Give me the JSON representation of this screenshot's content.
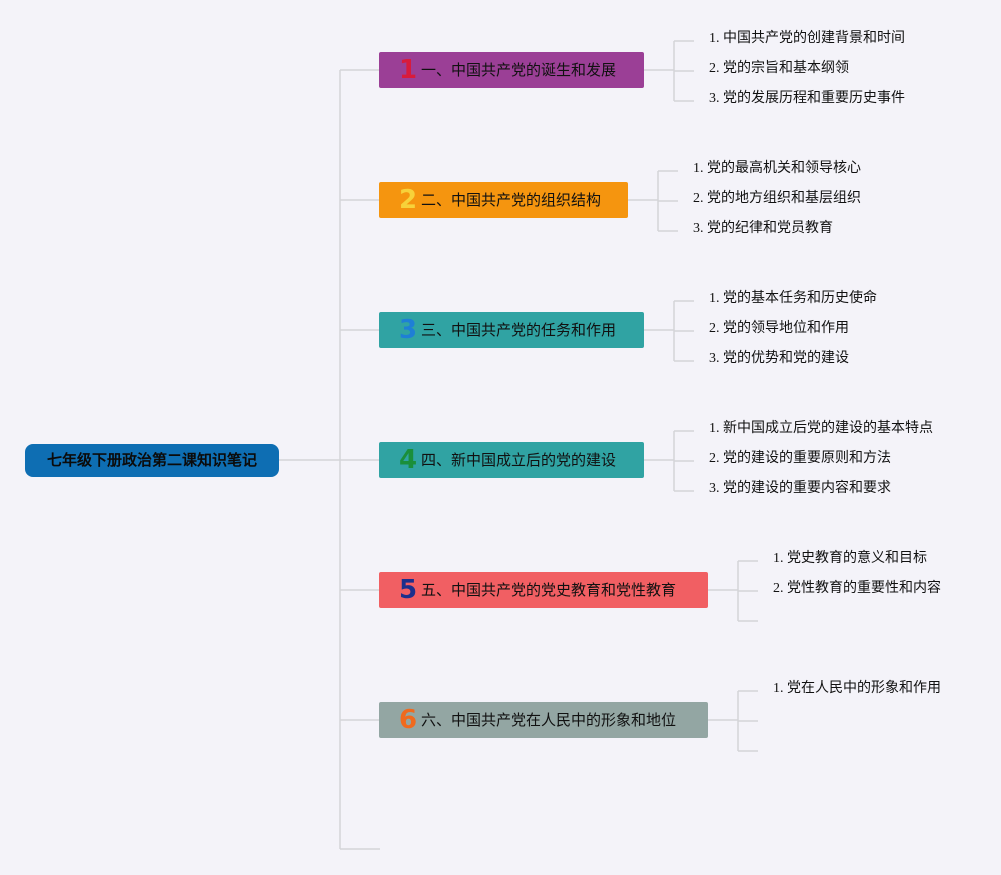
{
  "mindmap": {
    "root": {
      "label": "七年级下册政治第二课知识笔记"
    },
    "branches": [
      {
        "number": "1",
        "label": "一、中国共产党的诞生和发展",
        "color": "#9b3f96",
        "number_color": "#d81b3c",
        "children": [
          "1. 中国共产党的创建背景和时间",
          "2. 党的宗旨和基本纲领",
          "3. 党的发展历程和重要历史事件"
        ]
      },
      {
        "number": "2",
        "label": "二、中国共产党的组织结构",
        "color": "#f5950f",
        "number_color": "#f7d23a",
        "children": [
          "1. 党的最高机关和领导核心",
          "2. 党的地方组织和基层组织",
          "3. 党的纪律和党员教育"
        ]
      },
      {
        "number": "3",
        "label": "三、中国共产党的任务和作用",
        "color": "#30a3a3",
        "number_color": "#1e7fd6",
        "children": [
          "1. 党的基本任务和历史使命",
          "2. 党的领导地位和作用",
          "3. 党的优势和党的建设"
        ]
      },
      {
        "number": "4",
        "label": "四、新中国成立后的党的建设",
        "color": "#30a3a3",
        "number_color": "#1a8f3a",
        "children": [
          "1. 新中国成立后党的建设的基本特点",
          "2. 党的建设的重要原则和方法",
          "3. 党的建设的重要内容和要求"
        ]
      },
      {
        "number": "5",
        "label": "五、中国共产党的党史教育和党性教育",
        "color": "#f15f63",
        "number_color": "#1c2f8c",
        "children": [
          "1. 党史教育的意义和目标",
          "2. 党性教育的重要性和内容"
        ]
      },
      {
        "number": "6",
        "label": "六、中国共产党在人民中的形象和地位",
        "color": "#93a6a3",
        "number_color": "#f06a1e",
        "children": [
          "1. 党在人民中的形象和作用"
        ]
      }
    ],
    "colors": {
      "connector": "#d4d4d8",
      "background": "#f4f3f9",
      "root": "#0e6eb3"
    }
  }
}
